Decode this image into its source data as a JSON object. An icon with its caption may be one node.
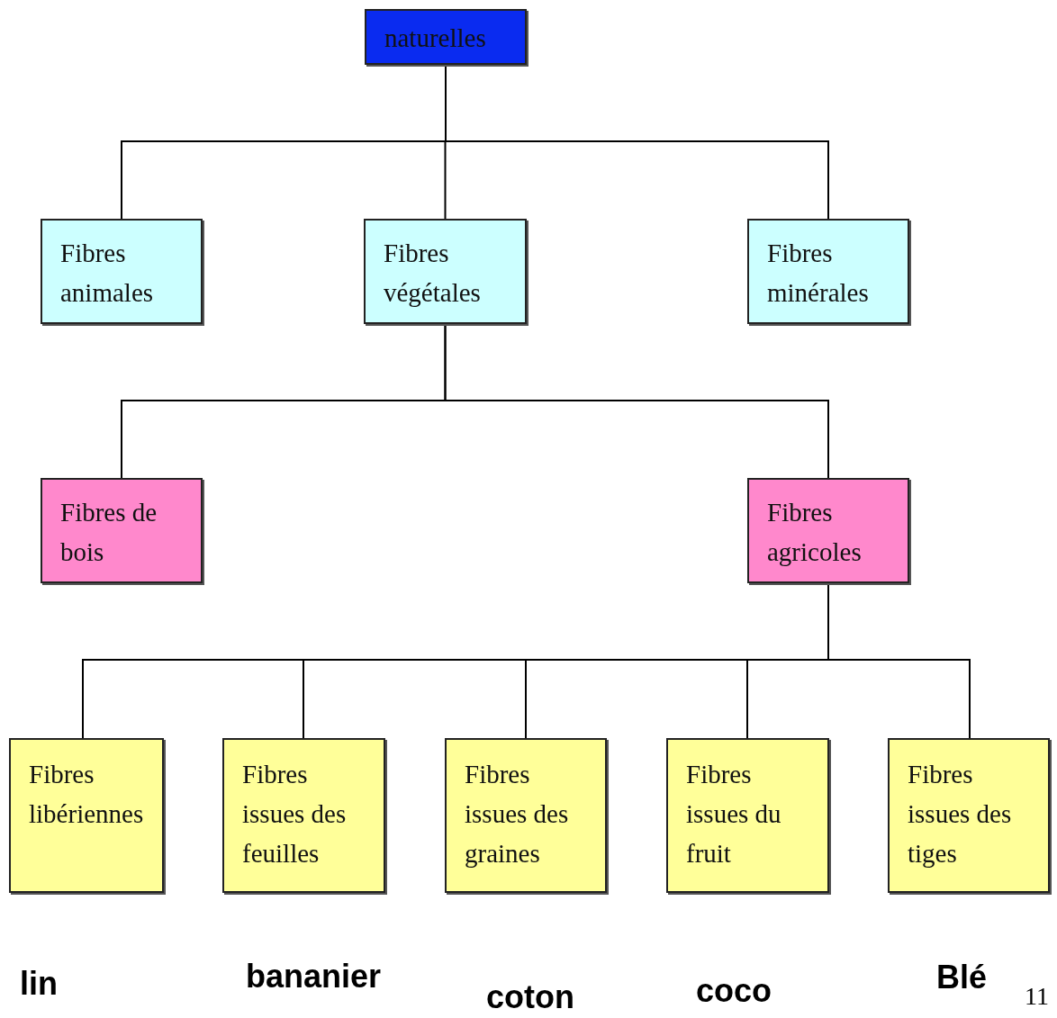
{
  "diagram": {
    "nodes": [
      {
        "text": [
          "naturelles"
        ]
      },
      {
        "text": [
          "Fibres animales"
        ]
      },
      {
        "text": [
          "Fibres végétales"
        ]
      },
      {
        "text": [
          "Fibres minérales"
        ]
      },
      {
        "text": [
          "Fibres de bois"
        ]
      },
      {
        "text": [
          "Fibres agricoles"
        ]
      },
      {
        "text": [
          "Fibres libériennes"
        ]
      },
      {
        "text": [
          "Fibres issues des feuilles"
        ]
      },
      {
        "text": [
          "Fibres issues des graines"
        ]
      },
      {
        "text": [
          "Fibres issues du fruit"
        ]
      },
      {
        "text": [
          "Fibres issues des tiges"
        ]
      }
    ],
    "edges": [
      {
        "from": 0,
        "to": 1,
        "arrow": "none"
      },
      {
        "from": 0,
        "to": 2,
        "arrow": "none"
      },
      {
        "from": 0,
        "to": 3,
        "arrow": "none"
      },
      {
        "from": 2,
        "to": 4,
        "arrow": "none"
      },
      {
        "from": 2,
        "to": 5,
        "arrow": "none"
      },
      {
        "from": 5,
        "to": 6,
        "arrow": "none"
      },
      {
        "from": 5,
        "to": 7,
        "arrow": "none"
      },
      {
        "from": 5,
        "to": 8,
        "arrow": "none"
      },
      {
        "from": 5,
        "to": 9,
        "arrow": "none"
      },
      {
        "from": 5,
        "to": 10,
        "arrow": "none"
      }
    ],
    "labels": [
      "lin",
      "bananier",
      "coton",
      "coco",
      "Blé",
      "11"
    ]
  }
}
